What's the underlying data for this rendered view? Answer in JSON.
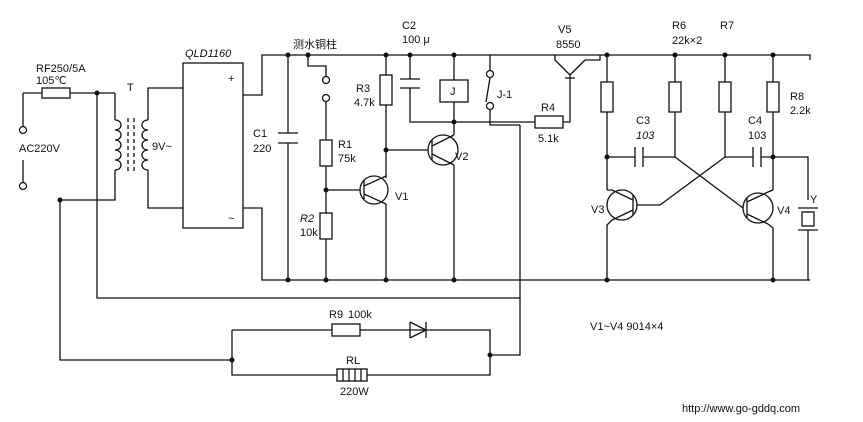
{
  "labels": {
    "fuse": "RF250/5A",
    "fuse_temp": "105℃",
    "transformer": "T",
    "ac_in": "AC220V",
    "secondary": "9V~",
    "bridge": "QLD1160",
    "plus": "+",
    "minus": "~",
    "c1": "C1",
    "c1_val": "220",
    "probe": "测水铜柱",
    "c2": "C2",
    "c2_val": "100 μ",
    "r1": "R1",
    "r1_val": "75k",
    "r2": "R2",
    "r2_val": "10k",
    "r3": "R3",
    "r3_val": "4.7k",
    "v1": "V1",
    "v2": "V2",
    "relay": "J",
    "relay_contact": "J-1",
    "r4": "R4",
    "r4_val": "5.1k",
    "v5": "V5",
    "v5_type": "8550",
    "r6": "R6",
    "r6_val": "22k×2",
    "r7": "R7",
    "r8": "R8",
    "r8_val": "2.2k",
    "c3": "C3",
    "c3_val": "103",
    "c4": "C4",
    "c4_val": "103",
    "v3": "V3",
    "v4": "V4",
    "buzzer": "Y",
    "r9": "R9",
    "r9_val": "100k",
    "rl": "RL",
    "rl_val": "220W",
    "transistors_note": "V1~V4  9014×4",
    "website": "http://www.go-gddq.com"
  }
}
